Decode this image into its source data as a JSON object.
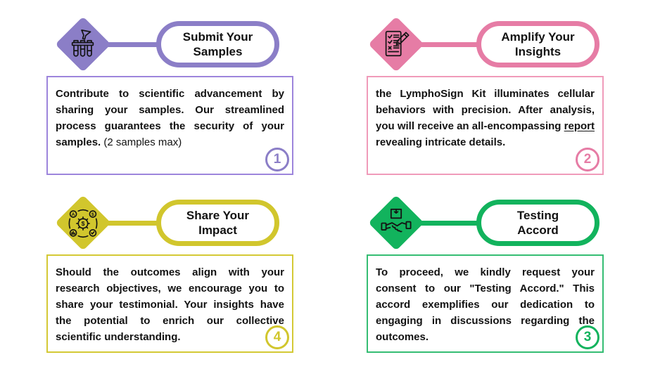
{
  "canvas": {
    "background": "#ffffff"
  },
  "quadrants": [
    {
      "id": "submit-your-samples",
      "accent": "#8b7ec7",
      "box_border": "#9d85dc",
      "title_line1": "Submit Your",
      "title_line2": "Samples",
      "icon": "test-tubes-funnel-icon",
      "step_number": "1",
      "body_main": "Contribute to scientific advancement by sharing your samples. Our streamlined process guarantees the security of your samples.",
      "body_note": " (2 samples max)",
      "body_underline": "",
      "body_tail": ""
    },
    {
      "id": "amplify-your-insights",
      "accent": "#e67ca5",
      "box_border": "#f09bba",
      "title_line1": "Amplify Your",
      "title_line2": "Insights",
      "icon": "checklist-pencil-icon",
      "step_number": "2",
      "body_main": "the LymphoSign Kit illuminates cellular behaviors with precision. After analysis, you will receive an all-encompassing ",
      "body_note": "",
      "body_underline": "report ",
      "body_tail": "revealing intricate details."
    },
    {
      "id": "share-your-impact",
      "accent": "#d1c62d",
      "box_border": "#d4c935",
      "title_line1": "Share Your",
      "title_line2": "Impact",
      "icon": "gear-money-process-icon",
      "step_number": "4",
      "body_main": "Should the outcomes align with your research objectives, we encourage you to share your testimonial. Your insights have the potential to enrich our collective scientific understanding.",
      "body_note": "",
      "body_underline": "",
      "body_tail": ""
    },
    {
      "id": "testing-accord",
      "accent": "#12b35d",
      "box_border": "#35bd73",
      "title_line1": "Testing",
      "title_line2": "Accord",
      "icon": "handshake-parcel-icon",
      "step_number": "3",
      "body_main": "To proceed, we kindly request your consent to our \"Testing Accord.\" This accord exemplifies our dedication to engaging in discussions regarding the outcomes.",
      "body_note": "",
      "body_underline": "",
      "body_tail": ""
    }
  ]
}
